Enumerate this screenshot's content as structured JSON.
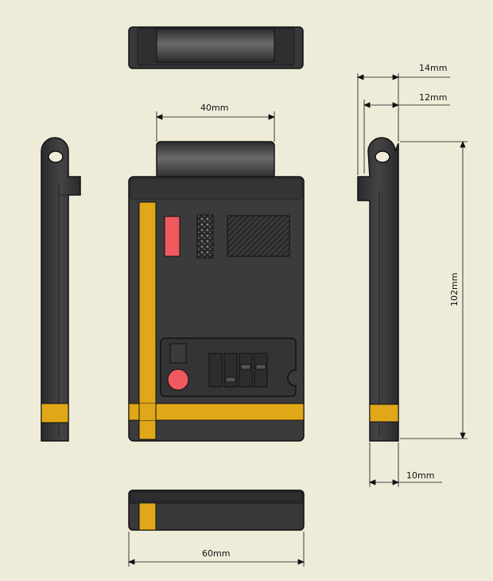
{
  "dimensions": {
    "width_top": "40mm",
    "width_bottom": "60mm",
    "height_side": "102mm",
    "offset_a": "14mm",
    "offset_b": "12mm",
    "offset_c": "10mm"
  },
  "colors": {
    "background": "#eeecd9",
    "body": "#3b3b3d",
    "body_dark": "#2a2a2c",
    "body_light": "#5a5a5c",
    "outline": "#111111",
    "accent_yellow": "#e0a818",
    "accent_red": "#f05a5e"
  }
}
